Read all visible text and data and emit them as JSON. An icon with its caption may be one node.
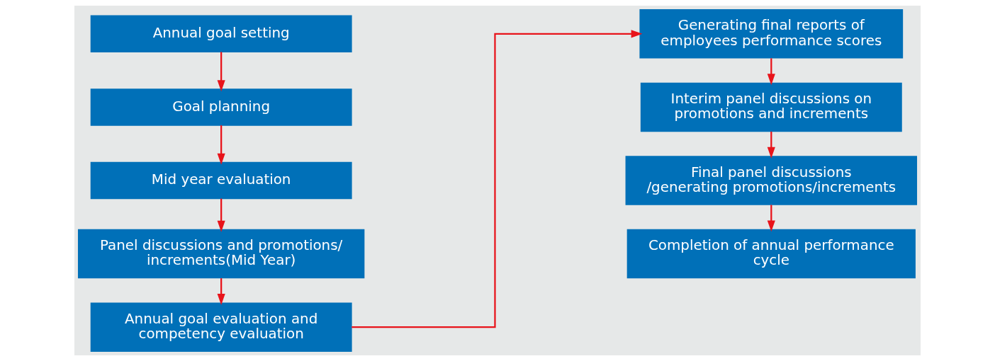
{
  "diagram": {
    "nodes": [
      {
        "text": [
          "Annual goal setting"
        ]
      },
      {
        "text": [
          "Goal planning"
        ]
      },
      {
        "text": [
          "Mid year evaluation"
        ]
      },
      {
        "text": [
          "Panel discussions and promotions/ increments(Mid Year)"
        ]
      },
      {
        "text": [
          "Annual goal evaluation and competency evaluation"
        ]
      },
      {
        "text": [
          "Generating final reports of employees performance scores"
        ]
      },
      {
        "text": [
          "Interim panel discussions on promotions and increments"
        ]
      },
      {
        "text": [
          "Final panel discussions /generating promotions/increments"
        ]
      },
      {
        "text": [
          "Completion of annual performance cycle"
        ]
      }
    ],
    "edges": [
      {
        "from": 0,
        "to": 1,
        "arrow": "to"
      },
      {
        "from": 1,
        "to": 2,
        "arrow": "to"
      },
      {
        "from": 2,
        "to": 3,
        "arrow": "to"
      },
      {
        "from": 3,
        "to": 4,
        "arrow": "to"
      },
      {
        "from": 4,
        "to": 5,
        "arrow": "to"
      },
      {
        "from": 5,
        "to": 6,
        "arrow": "to"
      },
      {
        "from": 6,
        "to": 7,
        "arrow": "to"
      },
      {
        "from": 7,
        "to": 8,
        "arrow": "to"
      }
    ]
  }
}
